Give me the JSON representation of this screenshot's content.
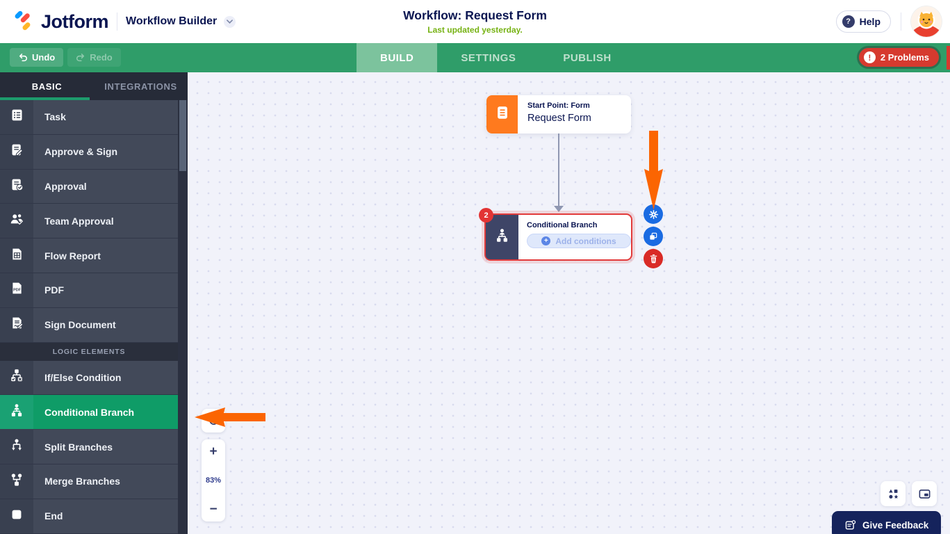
{
  "header": {
    "logo_text": "Jotform",
    "product_label": "Workflow Builder",
    "title": "Workflow: Request Form",
    "subtitle": "Last updated yesterday.",
    "help_label": "Help"
  },
  "action_bar": {
    "undo_label": "Undo",
    "redo_label": "Redo",
    "tabs": [
      {
        "label": "BUILD",
        "active": true
      },
      {
        "label": "SETTINGS",
        "active": false
      },
      {
        "label": "PUBLISH",
        "active": false
      }
    ],
    "problems_label": "2 Problems"
  },
  "sidebar": {
    "tabs": [
      {
        "label": "BASIC",
        "active": true
      },
      {
        "label": "INTEGRATIONS",
        "active": false
      }
    ],
    "items": [
      {
        "label": "Task",
        "icon": "task-icon"
      },
      {
        "label": "Approve & Sign",
        "icon": "approve-sign-icon"
      },
      {
        "label": "Approval",
        "icon": "approval-icon"
      },
      {
        "label": "Team Approval",
        "icon": "team-approval-icon"
      },
      {
        "label": "Flow Report",
        "icon": "flow-report-icon"
      },
      {
        "label": "PDF",
        "icon": "pdf-icon"
      },
      {
        "label": "Sign Document",
        "icon": "sign-document-icon"
      }
    ],
    "section_label": "LOGIC ELEMENTS",
    "logic_items": [
      {
        "label": "If/Else Condition",
        "icon": "if-else-icon",
        "active": false
      },
      {
        "label": "Conditional Branch",
        "icon": "conditional-branch-icon",
        "active": true
      },
      {
        "label": "Split Branches",
        "icon": "split-branches-icon",
        "active": false
      },
      {
        "label": "Merge Branches",
        "icon": "merge-branches-icon",
        "active": false
      },
      {
        "label": "End",
        "icon": "end-icon",
        "active": false
      }
    ]
  },
  "canvas": {
    "start_node": {
      "type_label": "Start Point: Form",
      "form_name": "Request Form"
    },
    "branch_node": {
      "title": "Conditional Branch",
      "add_button_label": "Add conditions",
      "error_count": "2"
    },
    "node_actions": [
      "settings",
      "duplicate",
      "delete"
    ]
  },
  "zoom_controls": {
    "zoom_in_label": "+",
    "zoom_level": "83%",
    "zoom_out_label": "−"
  },
  "footer": {
    "feedback_label": "Give Feedback"
  },
  "colors": {
    "brand_navy": "#0a1551",
    "action_bar_green": "#2f9d69",
    "active_tab_green": "#7cc39d",
    "sidebar_active_green": "#0f9c67",
    "problems_red": "#d63a2f",
    "node_error_red": "#e23b3b",
    "start_node_orange": "#ff7a1e",
    "branch_node_indigo": "#3e4567",
    "action_button_blue": "#1a6be2",
    "delete_button_red": "#d92b26",
    "annotation_arrow_orange": "#fb6502",
    "updated_text_green": "#76b213",
    "canvas_background": "#f1f2fa"
  }
}
